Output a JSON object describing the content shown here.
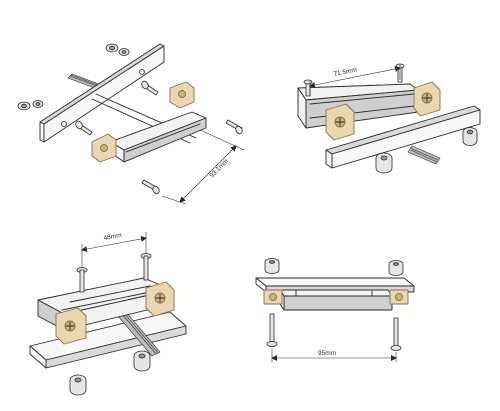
{
  "views": [
    {
      "id": "top-left",
      "dimension_label": "93.1mm"
    },
    {
      "id": "top-right",
      "dimension_label": "71.5mm"
    },
    {
      "id": "bottom-left",
      "dimension_label": "48mm"
    },
    {
      "id": "bottom-right",
      "dimension_label": "95mm"
    }
  ]
}
